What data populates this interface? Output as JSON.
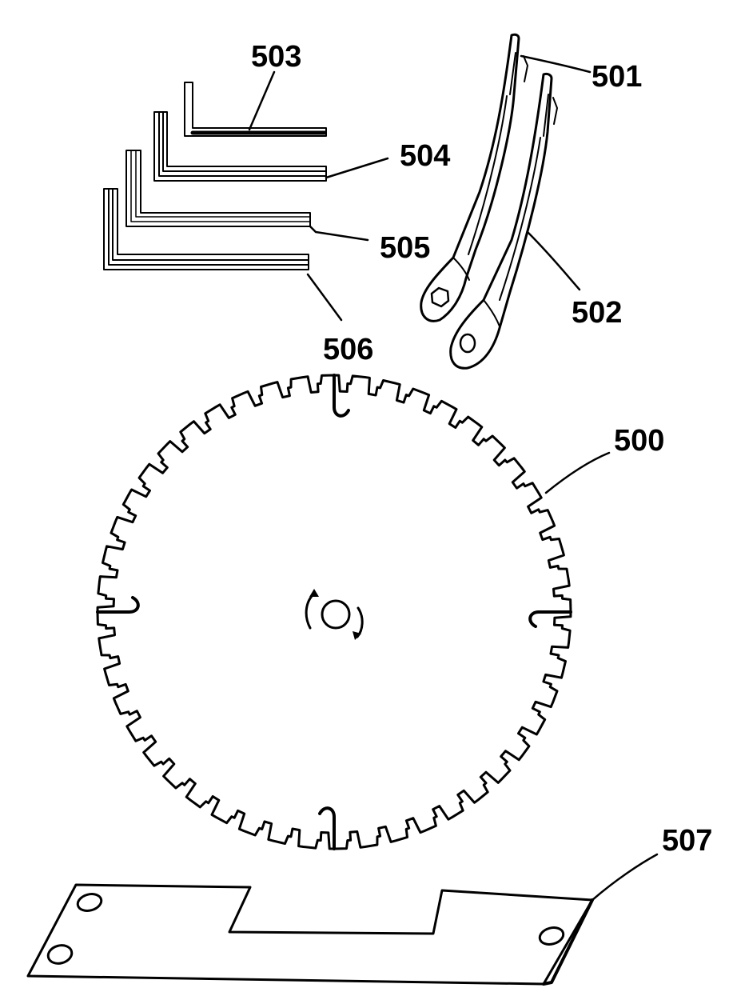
{
  "figure": {
    "labels": {
      "blade": "500",
      "wrench_a": "501",
      "wrench_b": "502",
      "key_1": "503",
      "key_2": "504",
      "key_3": "505",
      "key_4": "506",
      "plate": "507"
    },
    "blade": {
      "tooth_count": 48,
      "hook_count": 4,
      "rotation_indicator": "rotation-arrows-icon"
    },
    "colors": {
      "ink": "#000000",
      "paper": "#ffffff"
    }
  }
}
